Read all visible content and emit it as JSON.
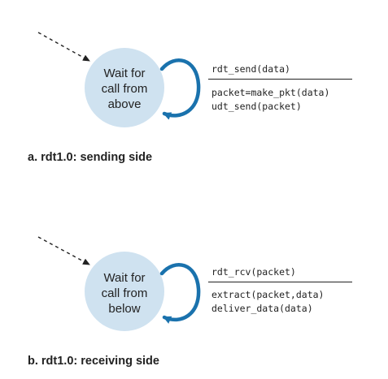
{
  "colors": {
    "state_fill": "#cfe2f0",
    "loop_arrow": "#1a72ad",
    "initial_arrow": "#222222",
    "text": "#222222"
  },
  "sender": {
    "state_lines": [
      "Wait for",
      "call from",
      "above"
    ],
    "event": "rdt_send(data)",
    "actions": [
      "packet=make_pkt(data)",
      "udt_send(packet)"
    ],
    "caption": "a. rdt1.0: sending side"
  },
  "receiver": {
    "state_lines": [
      "Wait for",
      "call from",
      "below"
    ],
    "event": "rdt_rcv(packet)",
    "actions": [
      "extract(packet,data)",
      "deliver_data(data)"
    ],
    "caption": "b. rdt1.0: receiving side"
  }
}
